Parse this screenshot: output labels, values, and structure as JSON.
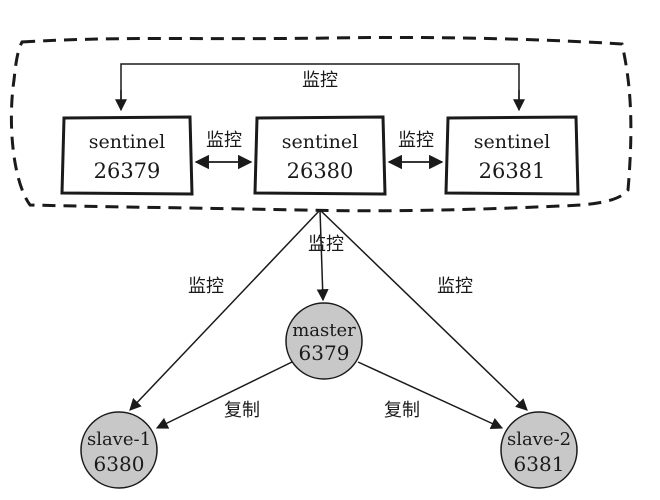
{
  "sentinels": [
    {
      "name": "sentinel",
      "port": "26379"
    },
    {
      "name": "sentinel",
      "port": "26380"
    },
    {
      "name": "sentinel",
      "port": "26381"
    }
  ],
  "master": {
    "name": "master",
    "port": "6379"
  },
  "slaves": [
    {
      "name": "slave-1",
      "port": "6380"
    },
    {
      "name": "slave-2",
      "port": "6381"
    }
  ],
  "labels": {
    "monitor": "监控",
    "replicate": "复制"
  },
  "colors": {
    "node_fill": "#c8c8c8",
    "stroke": "#1a1a1a"
  }
}
